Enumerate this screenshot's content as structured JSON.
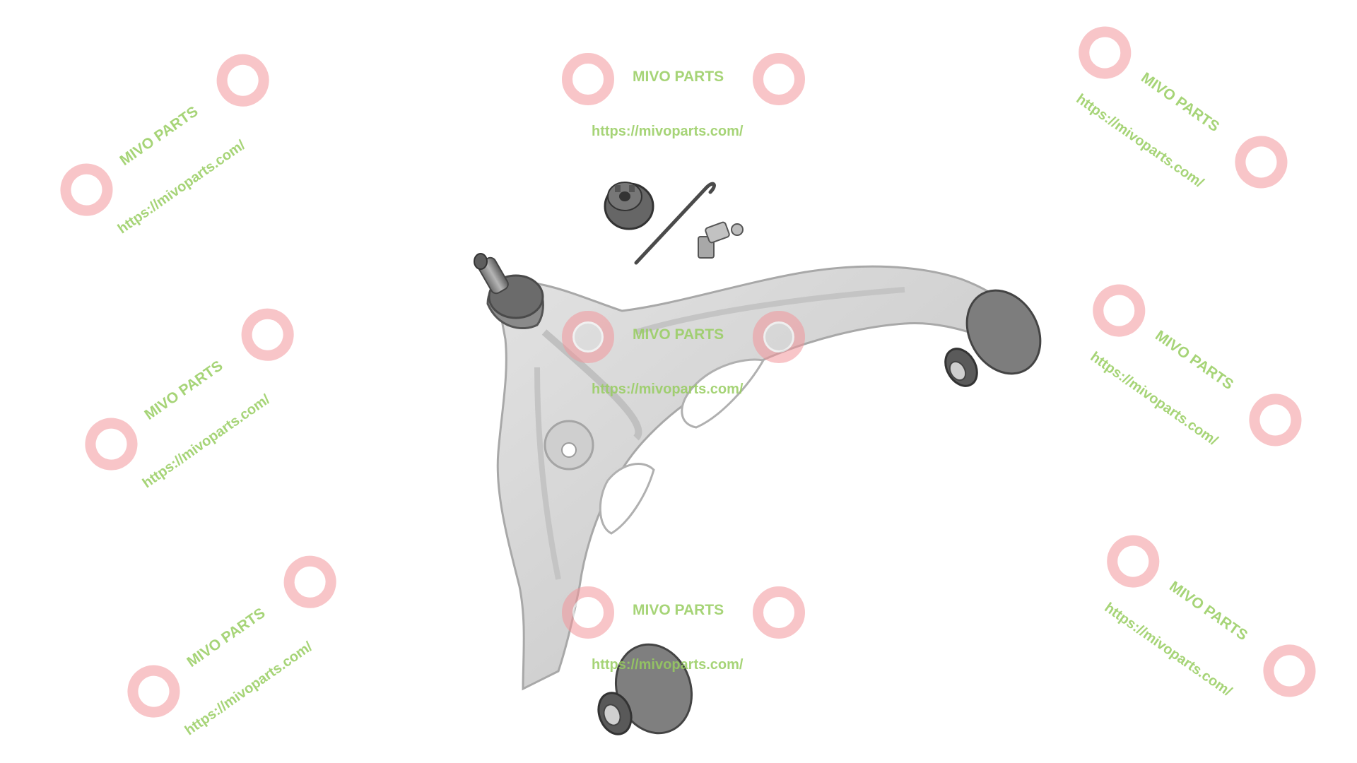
{
  "image": {
    "subject": "control-arm",
    "background_color": "#ffffff"
  },
  "watermark": {
    "brand": "MIVO PARTS",
    "url": "https://mivoparts.com/",
    "ring_color": "#f2969b",
    "text_color": "#96cd5f"
  }
}
